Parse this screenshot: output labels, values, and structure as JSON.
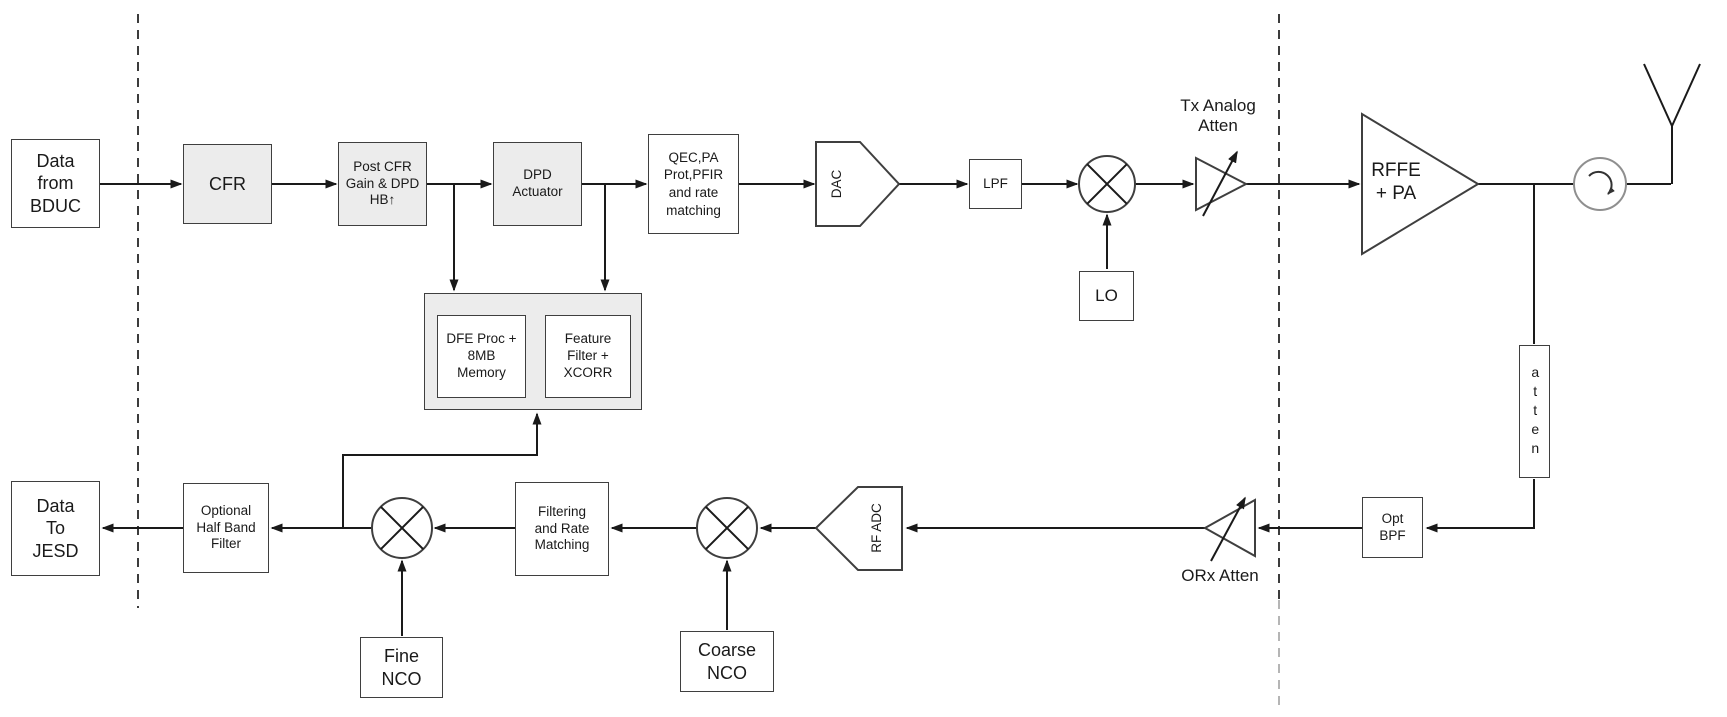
{
  "diagram": {
    "blocks": {
      "data_from_bduc": "Data from BDUC",
      "cfr": "CFR",
      "post_cfr_gain": "Post CFR Gain & DPD HB↑",
      "dpd_actuator": "DPD Actuator",
      "qec_pa_prot": "QEC,PA Prot,PFIR and rate matching",
      "dac": "DAC",
      "lpf": "LPF",
      "lo": "LO",
      "rffe_pa": "RFFE + PA",
      "dfe_proc_memory": "DFE Proc + 8MB Memory",
      "feature_filter_xcorr": "Feature Filter + XCORR",
      "atten": "atten",
      "opt_bpf": "Opt BPF",
      "rf_adc": "RF ADC",
      "coarse_nco": "Coarse NCO",
      "filtering_rate_matching": "Filtering and Rate Matching",
      "fine_nco": "Fine NCO",
      "optional_half_band_filter": "Optional Half Band Filter",
      "data_to_jesd": "Data To JESD"
    },
    "labels": {
      "tx_analog_atten": "Tx Analog Atten",
      "orx_atten": "ORx Atten"
    },
    "icons": {
      "mixer": "circle-with-x-multiplier",
      "variable_attenuator": "triangle-amp-with-diagonal-arrow",
      "circulator": "circle-with-rotate-arrow",
      "antenna": "v-antenna"
    },
    "colors": {
      "background": "#ffffff",
      "box_fill_shaded": "#ececec",
      "box_border": "#3f3f3f",
      "line": "#1a1a1a",
      "boundary_dash": "#3c3c3c"
    }
  }
}
